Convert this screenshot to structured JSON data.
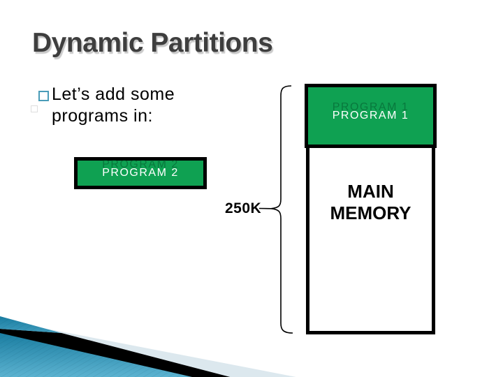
{
  "slide": {
    "title": "Dynamic Partitions",
    "bullet": {
      "text": "Let’s add some programs in:"
    },
    "program1_label": "PROGRAM 1",
    "program2_label": "PROGRAM 2",
    "memory": {
      "line1": "MAIN",
      "line2": "MEMORY"
    },
    "size_label": "250K"
  },
  "icons": {
    "bullet_square": "square-outline-bullet",
    "brace": "left-curly-brace",
    "bottom_decor": "teal-arrow-banner"
  },
  "colors": {
    "title": "#3e3e3e",
    "title-shadow": "#c9c9c9",
    "green": "#0fa152",
    "bullet-teal": "#4a9cb8",
    "ghost-bullet": "#bdbdbd",
    "text": "#000000",
    "pale-band": "#dce8ee",
    "teal-top": "#1a7da1",
    "teal-bottom": "#64b9d6"
  }
}
